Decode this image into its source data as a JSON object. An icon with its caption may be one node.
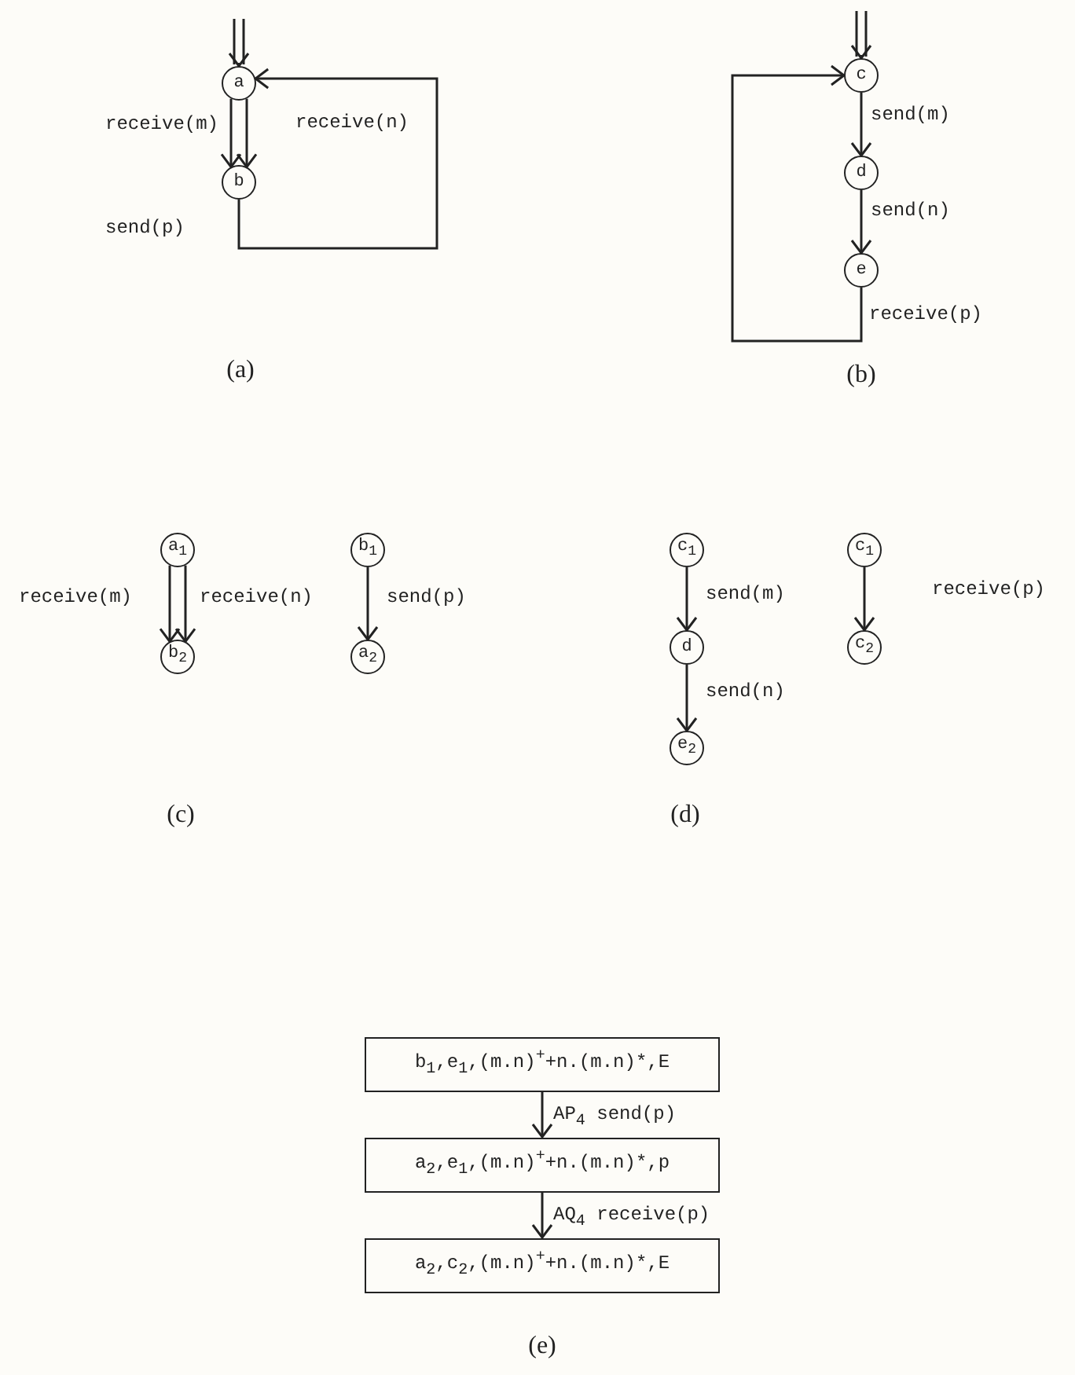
{
  "diagram": {
    "nodes": [
      {
        "text": [
          "a"
        ]
      },
      {
        "text": [
          "b"
        ]
      },
      {
        "text": [
          "c"
        ]
      },
      {
        "text": [
          "d"
        ]
      },
      {
        "text": [
          "e"
        ]
      },
      {
        "text": [
          "a$_{1}$"
        ]
      },
      {
        "text": [
          "b$_{2}$"
        ]
      },
      {
        "text": [
          "b$_{1}$"
        ]
      },
      {
        "text": [
          "a$_{2}$"
        ]
      },
      {
        "text": [
          "c$_{1}$"
        ]
      },
      {
        "text": [
          "d"
        ]
      },
      {
        "text": [
          "e$_{2}$"
        ]
      },
      {
        "text": [
          "c$_{1}$"
        ]
      },
      {
        "text": [
          "c$_{2}$"
        ]
      },
      {
        "text": [
          "b$_{1}$,e$_{1}$,(m.n)$^{+}$+n.(m.n)*,E"
        ]
      },
      {
        "text": [
          "a$_{2}$,e$_{1}$,(m.n)$^{+}$+n.(m.n)*,p"
        ]
      },
      {
        "text": [
          "a$_{2}$,c$_{2}$,(m.n)$^{+}$+n.(m.n)*,E"
        ]
      }
    ],
    "edges": [
      {
        "from": null,
        "to": 0,
        "arrow": "to"
      },
      {
        "from": 0,
        "to": 1,
        "arrow": "to",
        "label": "receive(m)"
      },
      {
        "from": 0,
        "to": 1,
        "arrow": "to",
        "label": "receive(n)"
      },
      {
        "from": 1,
        "to": 0,
        "arrow": "to",
        "label": "send(p)"
      },
      {
        "from": null,
        "to": 2,
        "arrow": "to"
      },
      {
        "from": 2,
        "to": 3,
        "arrow": "to",
        "label": "send(m)"
      },
      {
        "from": 3,
        "to": 4,
        "arrow": "to",
        "label": "send(n)"
      },
      {
        "from": 4,
        "to": 2,
        "arrow": "to",
        "label": "receive(p)"
      },
      {
        "from": 5,
        "to": 6,
        "arrow": "to",
        "label": "receive(m)"
      },
      {
        "from": 5,
        "to": 6,
        "arrow": "to",
        "label": "receive(n)"
      },
      {
        "from": 7,
        "to": 8,
        "arrow": "to",
        "label": "send(p)"
      },
      {
        "from": 9,
        "to": 10,
        "arrow": "to",
        "label": "send(m)"
      },
      {
        "from": 10,
        "to": 11,
        "arrow": "to",
        "label": "send(n)"
      },
      {
        "from": 12,
        "to": 13,
        "arrow": "to",
        "label": "receive(p)"
      },
      {
        "from": 14,
        "to": 15,
        "arrow": "to",
        "label": "AP$_{4}$ send(p)"
      },
      {
        "from": 15,
        "to": 16,
        "arrow": "to",
        "label": "AQ$_{4}$ receive(p)"
      }
    ],
    "labels": [
      "(a)",
      "(b)",
      "(c)",
      "(d)",
      "(e)"
    ]
  }
}
